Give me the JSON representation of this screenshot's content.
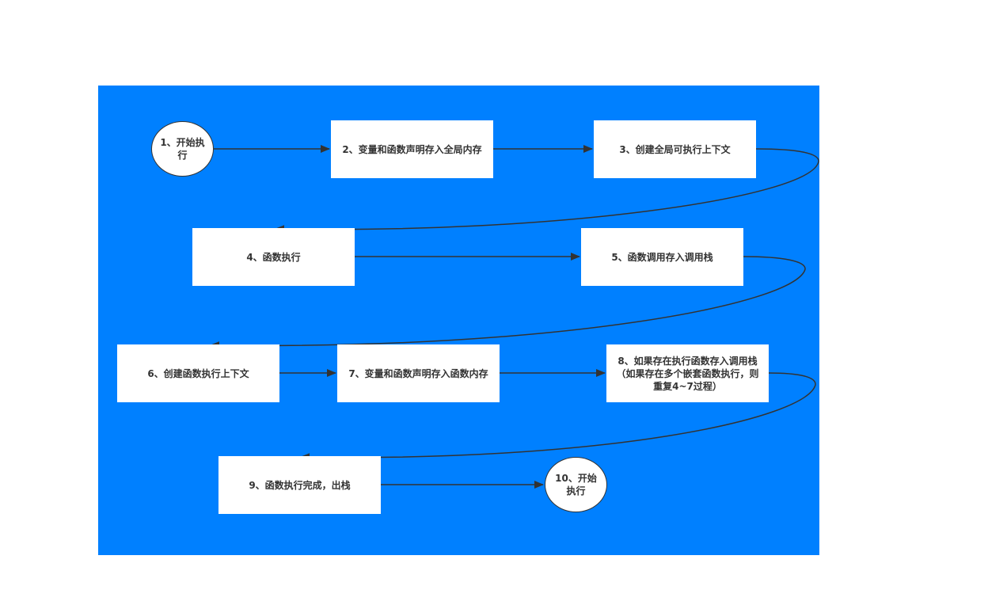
{
  "colors": {
    "panel": "#0080ff",
    "node_fill": "#ffffff",
    "text": "#333333",
    "connector": "#333333"
  },
  "steps": [
    {
      "id": "1",
      "label": "1、开始执行",
      "shape": "circle"
    },
    {
      "id": "2",
      "label": "2、变量和函数声明存入全局内存",
      "shape": "rect"
    },
    {
      "id": "3",
      "label": "3、创建全局可执行上下文",
      "shape": "rect"
    },
    {
      "id": "4",
      "label": "4、函数执行",
      "shape": "rect"
    },
    {
      "id": "5",
      "label": "5、函数调用存入调用栈",
      "shape": "rect"
    },
    {
      "id": "6",
      "label": "6、创建函数执行上下文",
      "shape": "rect"
    },
    {
      "id": "7",
      "label": "7、变量和函数声明存入函数内存",
      "shape": "rect"
    },
    {
      "id": "8",
      "label": "8、如果存在执行函数存入调用栈（如果存在多个嵌套函数执行，则重复4~7过程）",
      "shape": "rect"
    },
    {
      "id": "9",
      "label": "9、函数执行完成，出栈",
      "shape": "rect"
    },
    {
      "id": "10",
      "label": "10、开始执行",
      "shape": "circle"
    }
  ],
  "edges": [
    {
      "from": "1",
      "to": "2"
    },
    {
      "from": "2",
      "to": "3"
    },
    {
      "from": "3",
      "to": "4"
    },
    {
      "from": "4",
      "to": "5"
    },
    {
      "from": "5",
      "to": "6"
    },
    {
      "from": "6",
      "to": "7"
    },
    {
      "from": "7",
      "to": "8"
    },
    {
      "from": "8",
      "to": "9"
    },
    {
      "from": "9",
      "to": "10"
    }
  ]
}
